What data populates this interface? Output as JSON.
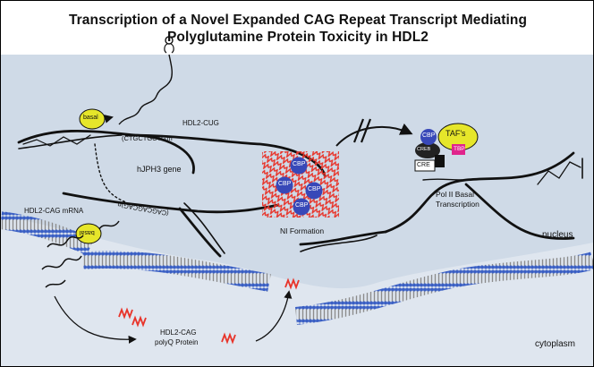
{
  "title": {
    "line1": "Transcription of a Novel Expanded CAG Repeat Transcript Mediating",
    "line2": "Polyglutamine Protein Toxicity in HDL2"
  },
  "labels": {
    "basal_top": "basal",
    "basal_bottom": "basal",
    "hdl2_cug": "HDL2-CUG",
    "ctg_repeat": "(CTGCTGCTG)n",
    "cag_repeat": "(CAGCAGCAG)n",
    "gene": "hJPH3 gene",
    "hdl2_cag_mrna": "HDL2-CAG mRNA",
    "ni_formation": "NI Formation",
    "cbp": "CBP",
    "creb": "CREB",
    "cre": "CRE",
    "tafs": "TAF's",
    "tbp": "TBP",
    "pol2_line1": "Pol II Basal",
    "pol2_line2": "Transcription",
    "nucleus": "nucleus",
    "cytoplasm": "cytoplasm",
    "polyq_line1": "HDL2-CAG",
    "polyq_line2": "polyQ Protein"
  },
  "colors": {
    "cell_background": "#dde5ef",
    "nucleus_background": "#cfdbe8",
    "membrane_head": "#3a5fc4",
    "membrane_tail": "#9a9a9a",
    "basal_factor": "#e6e62a",
    "cbp": "#3848b8",
    "creb": "#222222",
    "tafs": "#e6e62a",
    "tbp": "#e0248c",
    "polyq": "#e8342a",
    "dna": "#111111"
  }
}
